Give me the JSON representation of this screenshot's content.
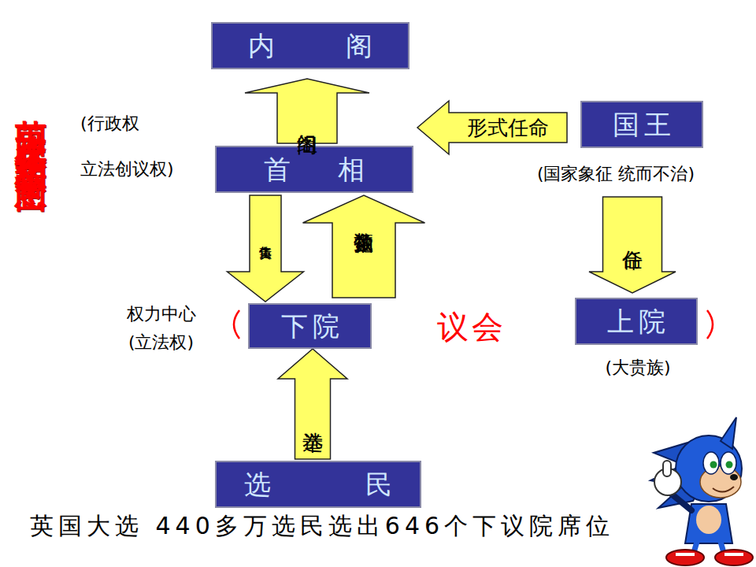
{
  "diagram": {
    "title": "英国政体结构示意图",
    "nodes": [
      {
        "text": [
          "内阁"
        ]
      },
      {
        "text": [
          "首相",
          "(行政权 立法创议权)"
        ]
      },
      {
        "text": [
          "国王",
          "(国家象征 统而不治)"
        ]
      },
      {
        "text": [
          "下院",
          "权力中心 (立法权)"
        ]
      },
      {
        "text": [
          "上院",
          "(大贵族)"
        ]
      },
      {
        "text": [
          "选民"
        ]
      }
    ],
    "edges": [
      {
        "from": 1,
        "to": 0,
        "arrow": "to",
        "label": "组阁"
      },
      {
        "from": 2,
        "to": 1,
        "arrow": "to",
        "label": "形式任命"
      },
      {
        "from": 2,
        "to": 4,
        "arrow": "to",
        "label": "任命"
      },
      {
        "from": 1,
        "to": 3,
        "arrow": "to",
        "label": "集体负责"
      },
      {
        "from": 3,
        "to": 1,
        "arrow": "to",
        "label": "多数党领袖"
      },
      {
        "from": 5,
        "to": 3,
        "arrow": "to",
        "label": "选举"
      }
    ],
    "labels": [
      "议会",
      "英国大选 440多万选民选出646个下议院席位"
    ]
  }
}
